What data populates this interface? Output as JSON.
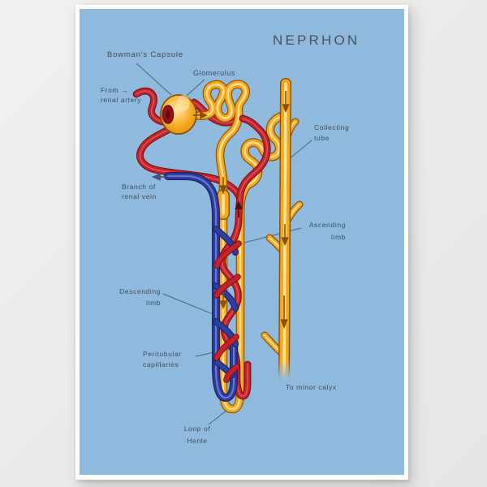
{
  "wall": {
    "color": "#ebebe9"
  },
  "poster": {
    "title": "NEPRHON",
    "background_color": "#90badd",
    "border_color": "#fdfdfd",
    "labels": {
      "bowmans_capsule": "Bowman's Capsule",
      "glomerulus": "Glomerulus",
      "from_renal_artery": "From →\nrenal artery",
      "collecting_tube": "Collecting\ntube",
      "branch_of_renal_vein": "Branch of\nrenal vein",
      "ascending_limb": "Ascending\nlimb",
      "descending_limb": "Descending\nlimb",
      "peritubular_capillaries": "Peritubular\ncapillaries",
      "loop_of_henle": "Loop of\nHenle",
      "to_minor_calyx": "To minor calyx"
    },
    "colors": {
      "tubule_yellow": "#f8a71d",
      "tubule_highlight": "#ffe294",
      "tubule_outline": "#8a5408",
      "artery_red": "#c4232b",
      "vein_blue": "#2e3da0",
      "label_text": "#3e4d5a",
      "title_text": "#47545f"
    }
  }
}
